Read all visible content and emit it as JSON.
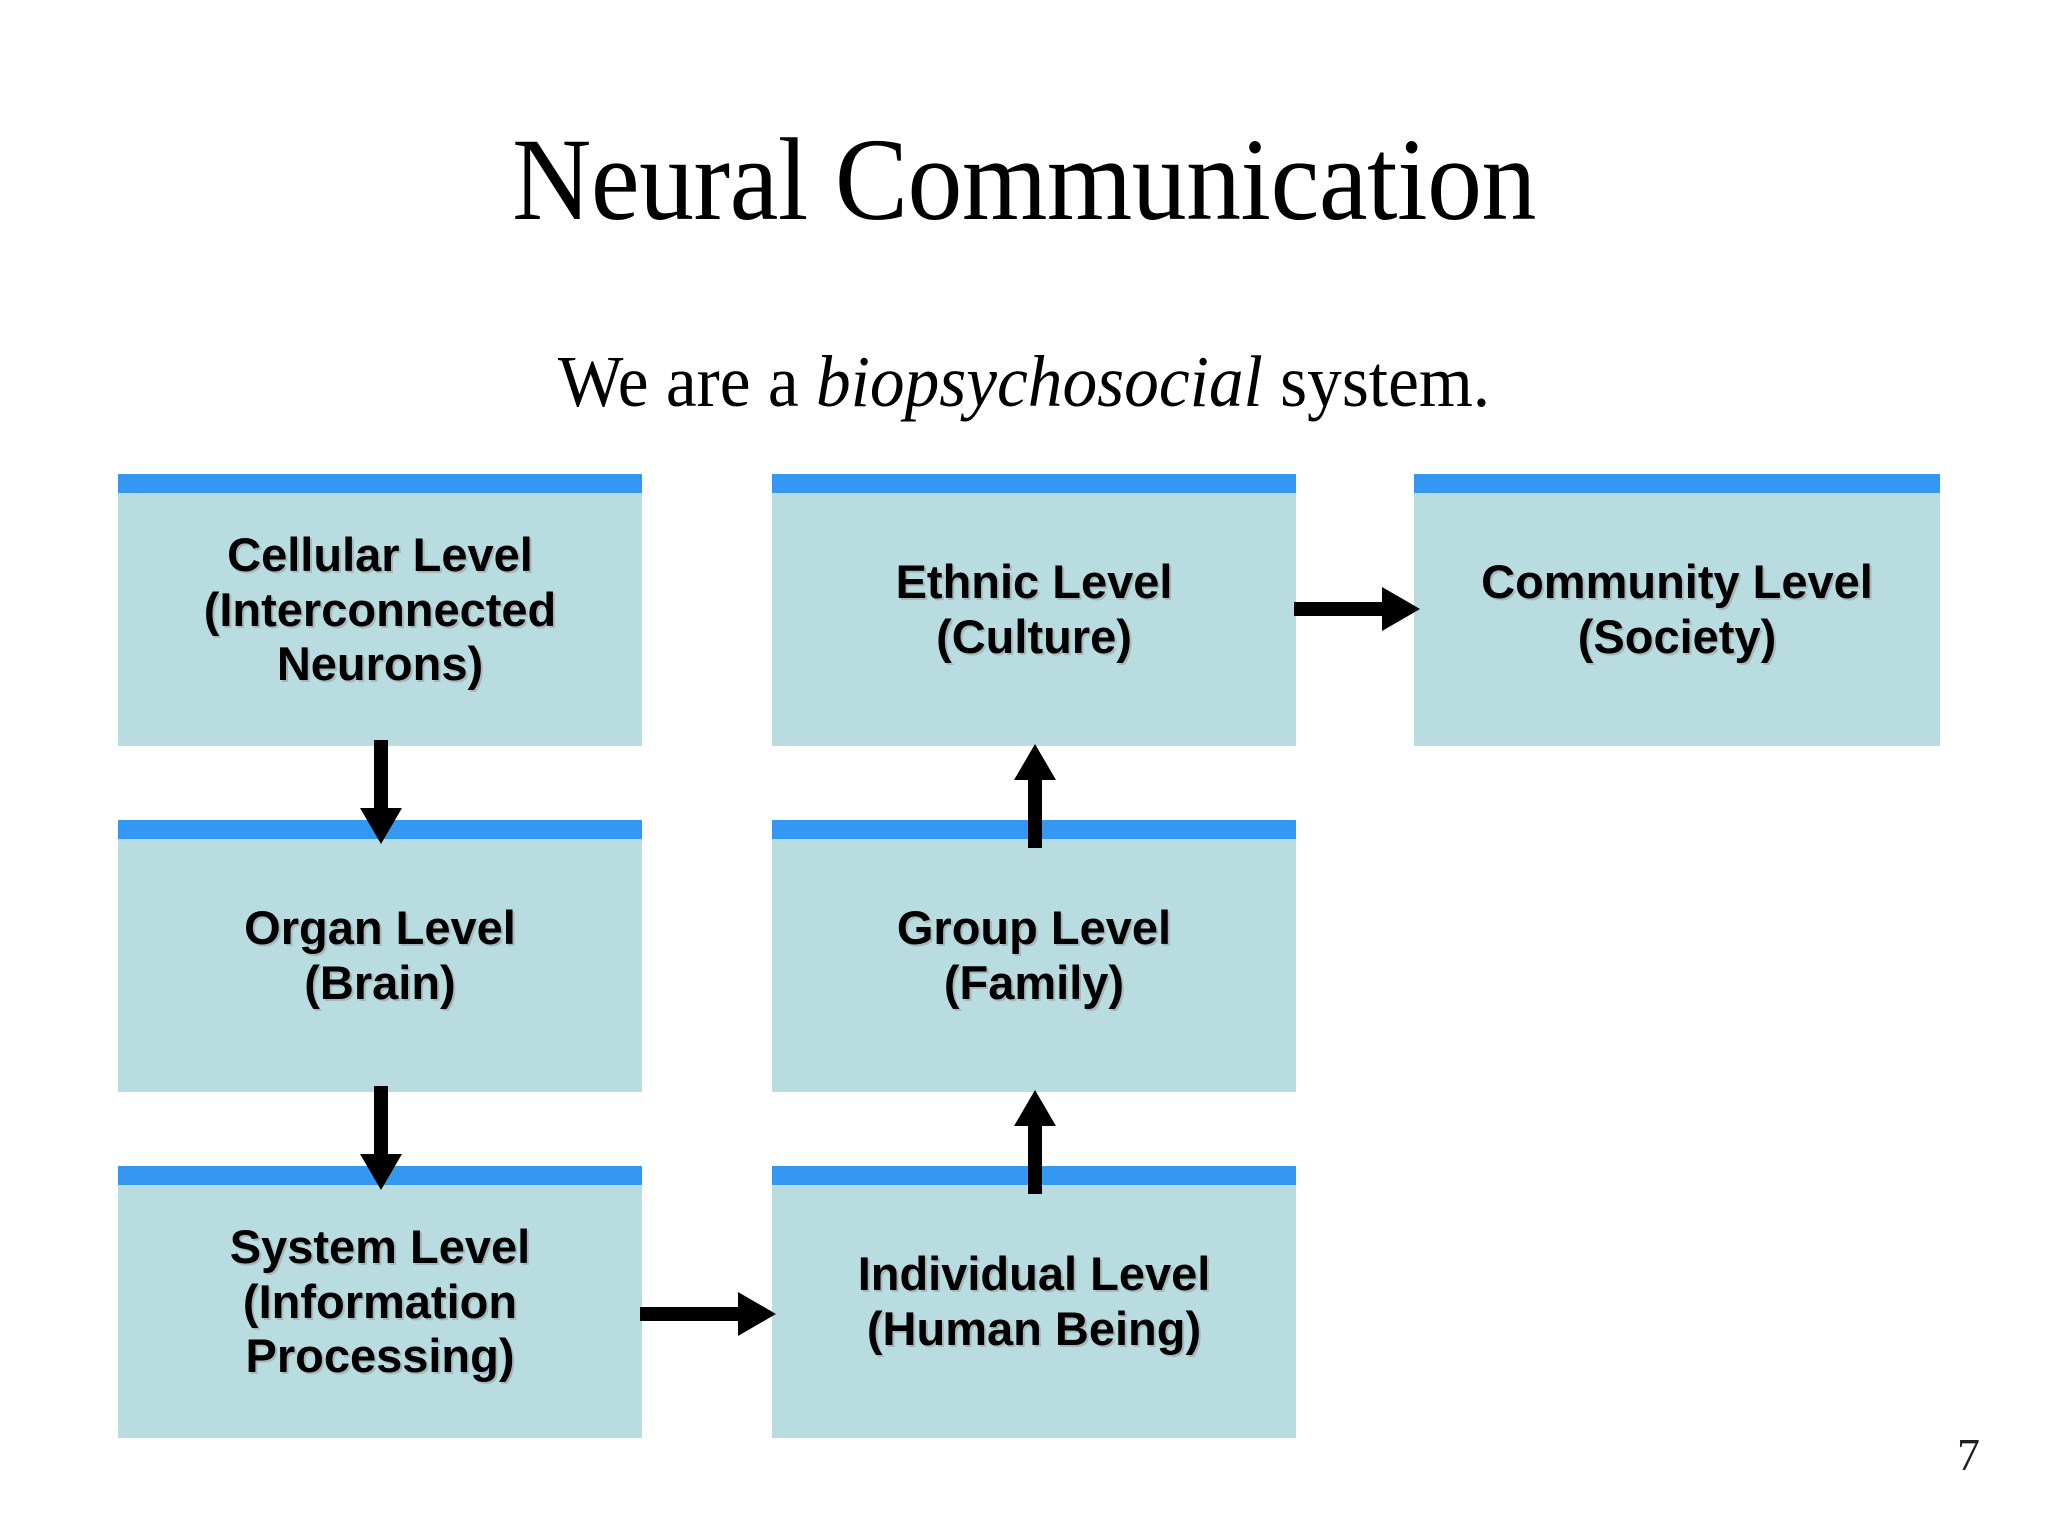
{
  "slide": {
    "title": "Neural Communication",
    "subtitle_prefix": "We are a ",
    "subtitle_emphasis": "biopsychosocial",
    "subtitle_suffix": " system.",
    "page_number": "7",
    "background_color": "#ffffff"
  },
  "theme": {
    "box_fill": "#b9dce1",
    "box_accent_bar": "#3498f2",
    "text_color": "#000000",
    "arrow_color": "#000000"
  },
  "diagram": {
    "type": "flow-diagram",
    "boxes": [
      {
        "id": "cellular-level",
        "title": "Cellular Level",
        "parenthetical": "(Interconnected Neurons)",
        "label": "Cellular Level\n(Interconnected\nNeurons)",
        "column": 1,
        "row": 1
      },
      {
        "id": "organ-level",
        "title": "Organ Level",
        "parenthetical": "(Brain)",
        "label": "Organ Level\n(Brain)",
        "column": 1,
        "row": 2
      },
      {
        "id": "system-level",
        "title": "System Level",
        "parenthetical": "(Information Processing)",
        "label": "System Level\n(Information\nProcessing)",
        "column": 1,
        "row": 3
      },
      {
        "id": "ethnic-level",
        "title": "Ethnic Level",
        "parenthetical": "(Culture)",
        "label": "Ethnic Level\n(Culture)",
        "column": 2,
        "row": 1
      },
      {
        "id": "group-level",
        "title": "Group Level",
        "parenthetical": "(Family)",
        "label": "Group Level\n(Family)",
        "column": 2,
        "row": 2
      },
      {
        "id": "individual-level",
        "title": "Individual Level",
        "parenthetical": "(Human Being)",
        "label": "Individual Level\n(Human Being)",
        "column": 2,
        "row": 3
      },
      {
        "id": "community-level",
        "title": "Community Level",
        "parenthetical": "(Society)",
        "label": "Community Level\n(Society)",
        "column": 3,
        "row": 1
      }
    ],
    "connections": [
      {
        "from": "cellular-level",
        "to": "organ-level",
        "direction": "down"
      },
      {
        "from": "organ-level",
        "to": "system-level",
        "direction": "down"
      },
      {
        "from": "system-level",
        "to": "individual-level",
        "direction": "right"
      },
      {
        "from": "individual-level",
        "to": "group-level",
        "direction": "up"
      },
      {
        "from": "group-level",
        "to": "ethnic-level",
        "direction": "up"
      },
      {
        "from": "ethnic-level",
        "to": "community-level",
        "direction": "right"
      }
    ]
  }
}
